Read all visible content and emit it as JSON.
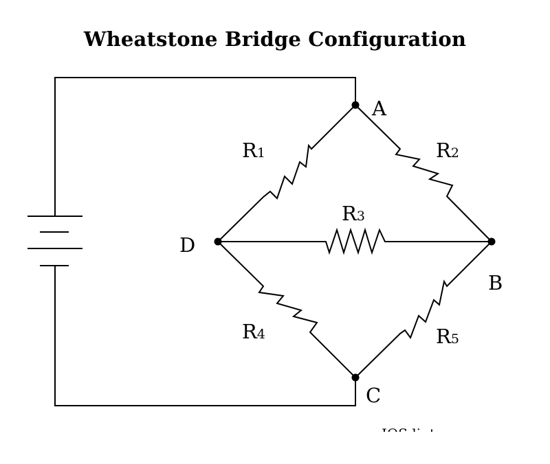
{
  "title": "Wheatstone Bridge Configuration",
  "nodes": {
    "A": "A",
    "B": "B",
    "C": "C",
    "D": "D"
  },
  "resistors": [
    {
      "id": "R1",
      "letter": "R",
      "sub": "1"
    },
    {
      "id": "R2",
      "letter": "R",
      "sub": "2"
    },
    {
      "id": "R3",
      "letter": "R",
      "sub": "3"
    },
    {
      "id": "R4",
      "letter": "R",
      "sub": "4"
    },
    {
      "id": "R5",
      "letter": "R",
      "sub": "5"
    }
  ],
  "footer_fragment": "IOS li..t"
}
